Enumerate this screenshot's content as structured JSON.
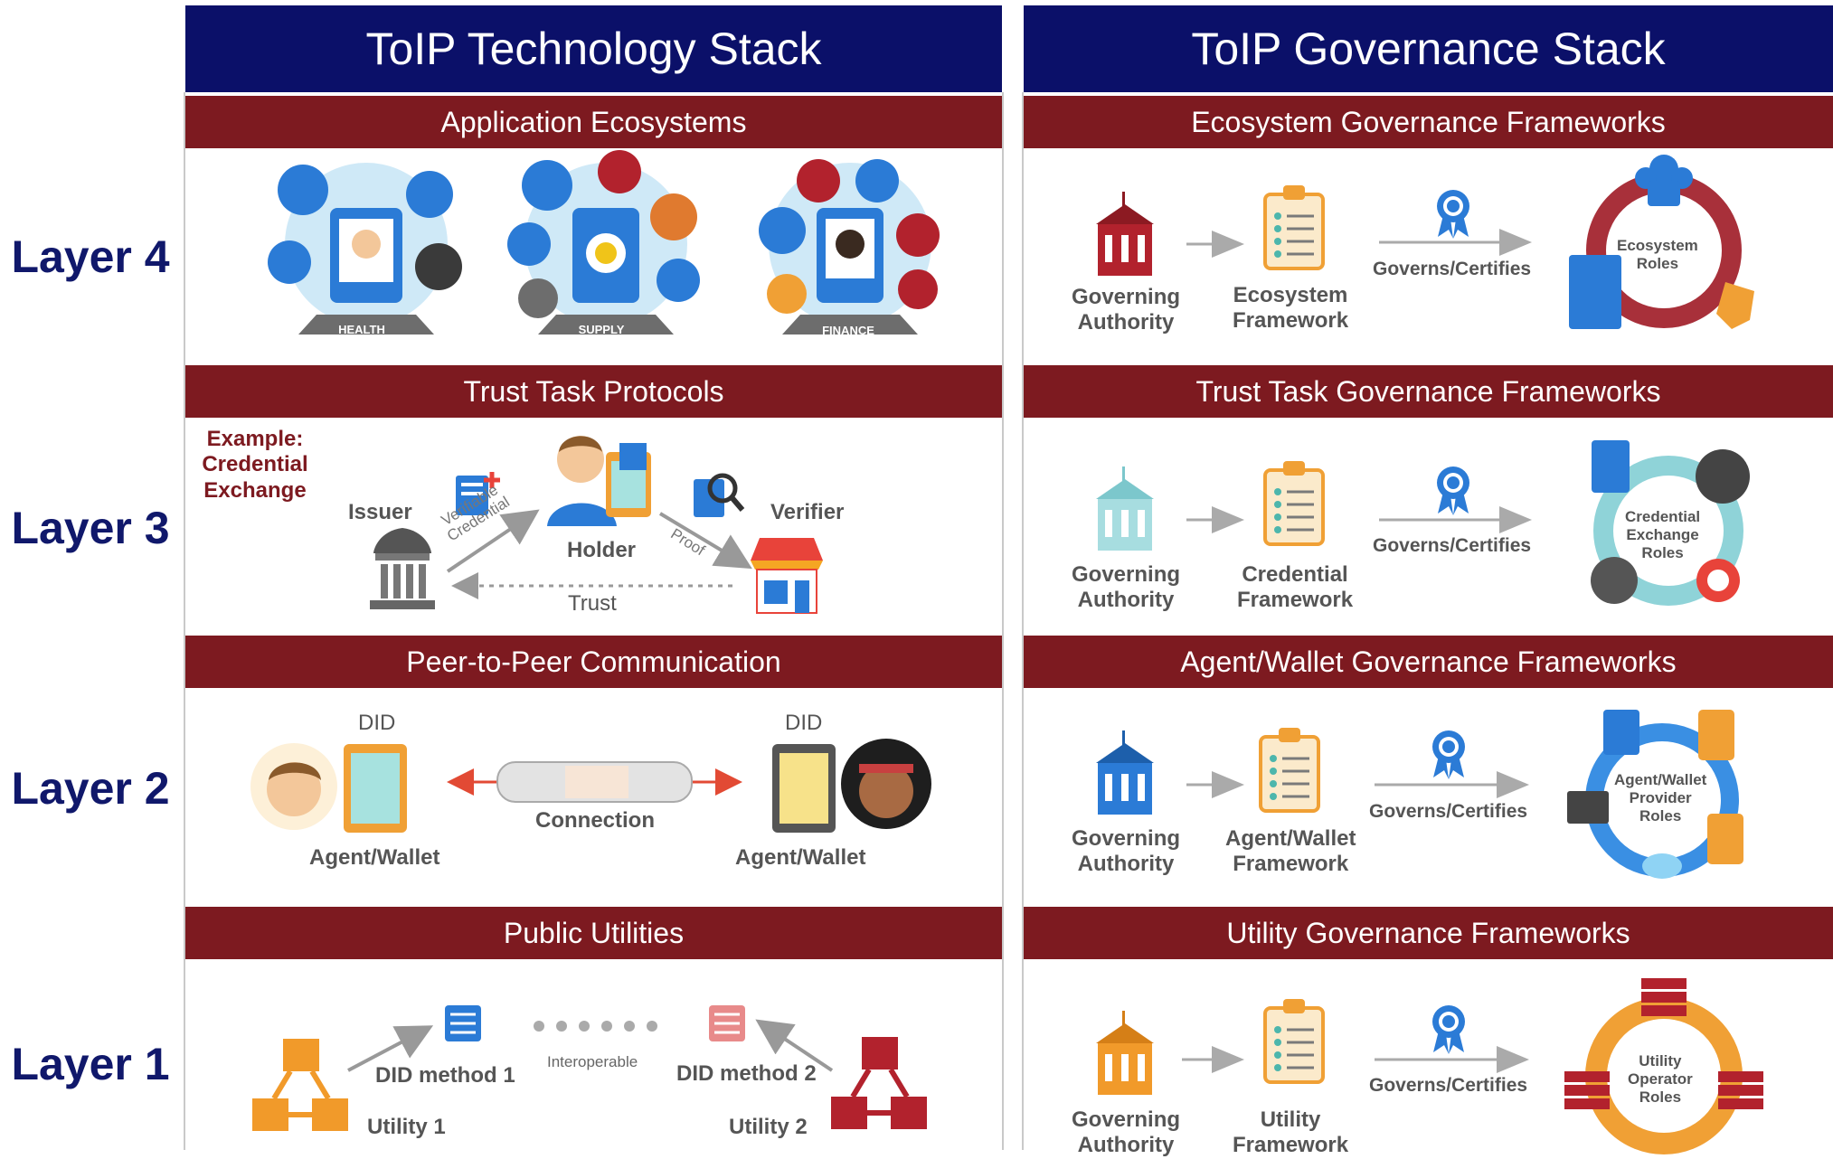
{
  "columns": {
    "technology_title": "ToIP Technology Stack",
    "governance_title": "ToIP Governance Stack"
  },
  "layers": {
    "l4": "Layer 4",
    "l3": "Layer 3",
    "l2": "Layer 2",
    "l1": "Layer 1"
  },
  "tech": {
    "l4_band": "Application Ecosystems",
    "l4_globes": [
      "HEALTH",
      "SUPPLY",
      "FINANCE"
    ],
    "l3_band": "Trust Task Protocols",
    "l3_example": "Example:\nCredential\nExchange",
    "l3_issuer": "Issuer",
    "l3_holder": "Holder",
    "l3_verifier": "Verifier",
    "l3_vc": "Verifiable\nCredential",
    "l3_proof": "Proof",
    "l3_trust": "Trust",
    "l2_band": "Peer-to-Peer Communication",
    "l2_did_left": "DID",
    "l2_did_right": "DID",
    "l2_connection": "Connection",
    "l2_wallet_left": "Agent/Wallet",
    "l2_wallet_right": "Agent/Wallet",
    "l1_band": "Public Utilities",
    "l1_method1": "DID method 1",
    "l1_method2": "DID method 2",
    "l1_interop": "Interoperable",
    "l1_utility1": "Utility 1",
    "l1_utility2": "Utility 2"
  },
  "gov": {
    "l4_band": "Ecosystem Governance Frameworks",
    "l4_authority": "Governing\nAuthority",
    "l4_framework": "Ecosystem\nFramework",
    "l4_governs": "Governs/Certifies",
    "l4_roles": "Ecosystem\nRoles",
    "l3_band": "Trust Task Governance Frameworks",
    "l3_authority": "Governing\nAuthority",
    "l3_framework": "Credential\nFramework",
    "l3_governs": "Governs/Certifies",
    "l3_roles": "Credential\nExchange\nRoles",
    "l2_band": "Agent/Wallet Governance Frameworks",
    "l2_authority": "Governing\nAuthority",
    "l2_framework": "Agent/Wallet\nFramework",
    "l2_governs": "Governs/Certifies",
    "l2_roles": "Agent/Wallet\nProvider\nRoles",
    "l1_band": "Utility Governance Frameworks",
    "l1_authority": "Governing\nAuthority",
    "l1_framework": "Utility\nFramework",
    "l1_governs": "Governs/Certifies",
    "l1_roles": "Utility\nOperator\nRoles"
  },
  "colors": {
    "header_navy": "#0b1069",
    "band_maroon": "#7d1a20",
    "layer_text": "#10186b",
    "icon_blue": "#2b7bd6",
    "ring_maroon": "#a8303a",
    "ring_teal": "#8fd3d8",
    "ring_blue": "#3a8fe3",
    "ring_orange": "#f0a035",
    "utility_orange": "#f19a2a",
    "utility_red": "#b2222d"
  },
  "icons": [
    "building-icon",
    "clipboard-icon",
    "badge-ribbon-icon",
    "wallet-icon",
    "pipe-icon",
    "server-icon",
    "cube-network-icon"
  ]
}
